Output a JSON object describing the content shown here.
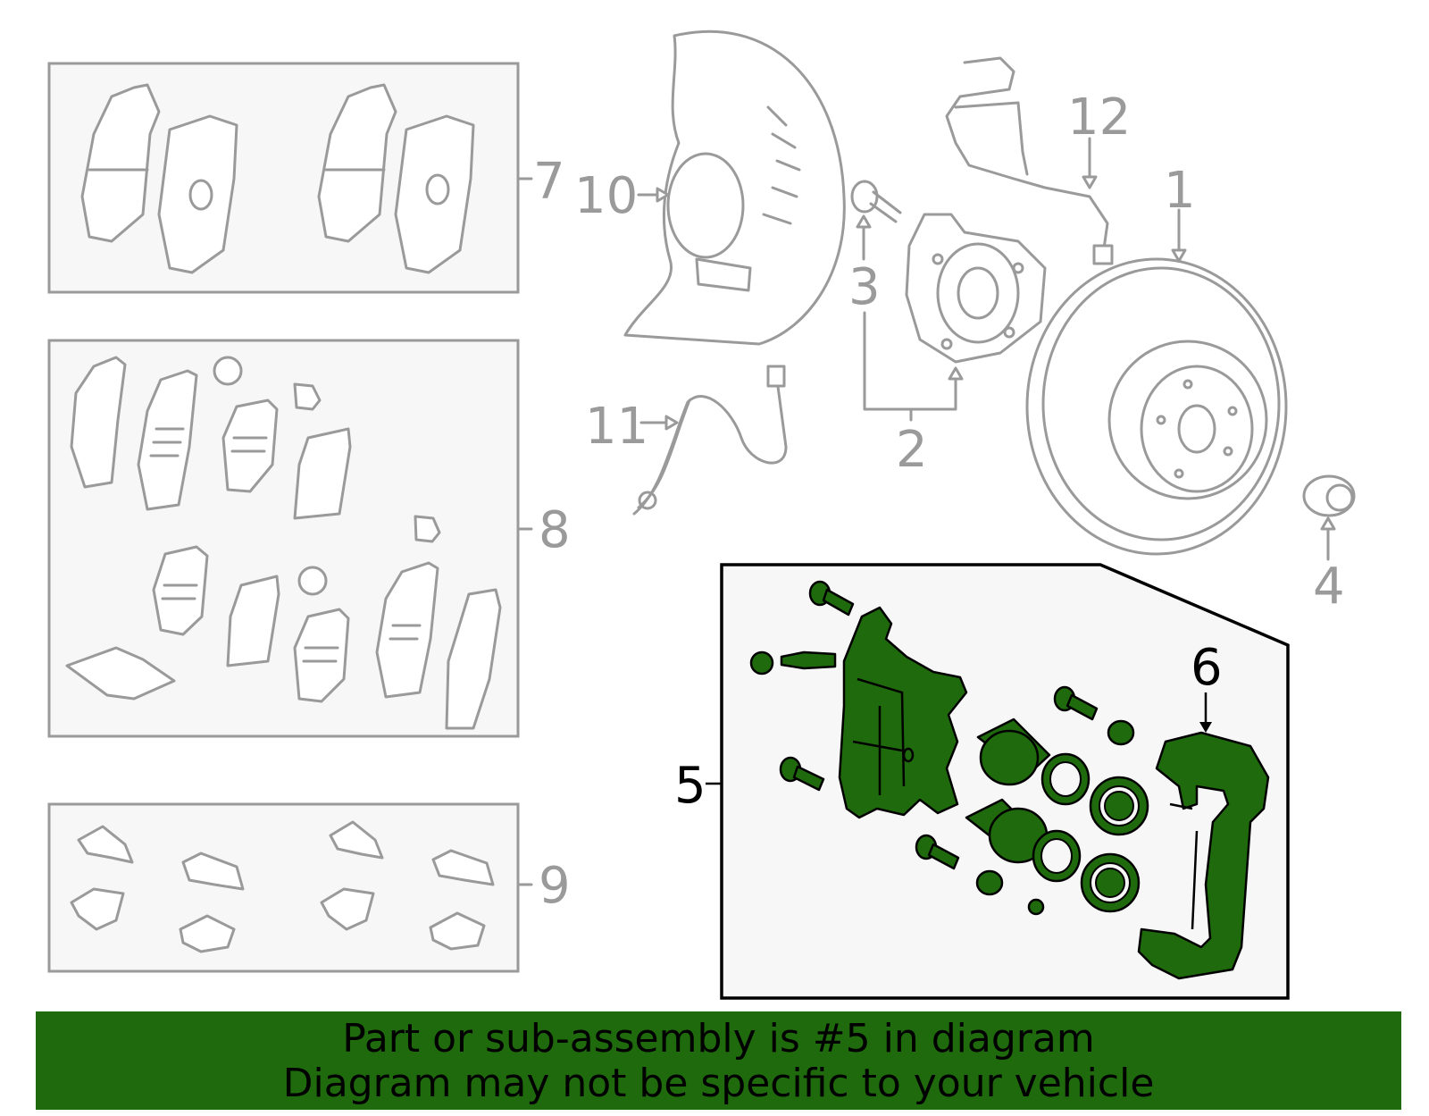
{
  "callouts": [
    "1",
    "2",
    "3",
    "4",
    "5",
    "6",
    "7",
    "8",
    "9",
    "10",
    "11",
    "12"
  ],
  "banner": {
    "line1": "Part or sub-assembly is #5 in diagram",
    "line2": "Diagram may not be specific to your vehicle"
  },
  "colors": {
    "highlight": "#1f6a0d",
    "outline": "#9a9a9a",
    "box_fill": "#f7f7f7"
  }
}
